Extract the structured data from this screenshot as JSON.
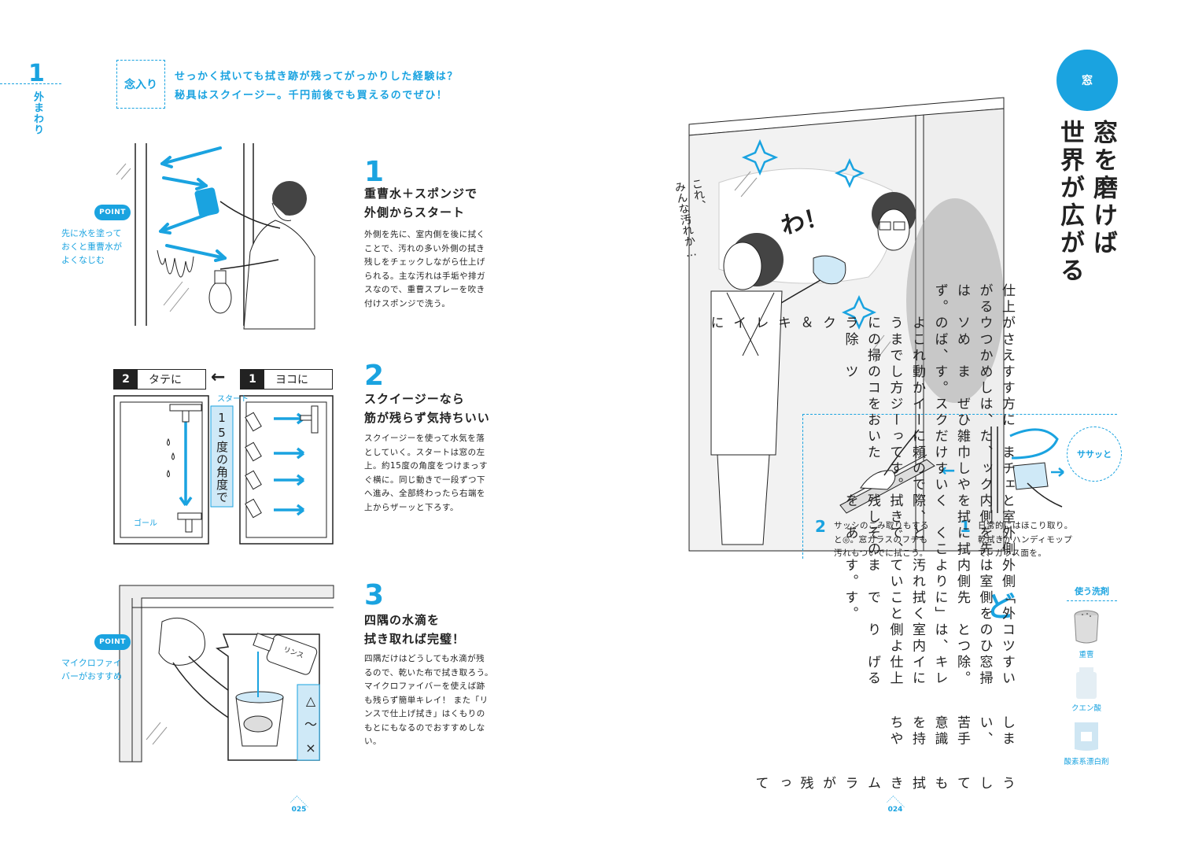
{
  "left_page": {
    "chapter": {
      "number": "1",
      "label": "外まわり"
    },
    "tag": "念入り",
    "intro_lines": [
      "せっかく拭いても拭き跡が残ってがっかりした経験は？",
      "秘具はスクイージー。千円前後でも買えるのでぜひ！"
    ],
    "steps": [
      {
        "number": "1",
        "title_lines": [
          "重曹水＋スポンジで",
          "外側からスタート"
        ],
        "body_lines": [
          "外側を先に、室内側を後に拭く",
          "ことで、汚れの多い外側の拭き",
          "残しをチェックしながら仕上げ",
          "られる。主な汚れは手垢や排ガ",
          "スなので、重曹スプレーを吹き",
          "付けスポンジで洗う。"
        ]
      },
      {
        "number": "2",
        "title_lines": [
          "スクイージーなら",
          "筋が残らず気持ちいい"
        ],
        "body_lines": [
          "スクイージーを使って水気を落",
          "としていく。スタートは窓の左",
          "上。約15度の角度をつけまっす",
          "ぐ横に。同じ動きで一段ずつ下",
          "へ進み、全部終わったら右端を",
          "上からザーッと下ろす。"
        ]
      },
      {
        "number": "3",
        "title_lines": [
          "四隅の水滴を",
          "拭き取れば完璧！"
        ],
        "body_lines": [
          "四隅だけはどうしても水滴が残",
          "るので、乾いた布で拭き取ろう。",
          "マイクロファイバーを使えば跡",
          "も残らず簡単キレイ！ また「リ",
          "ンスで仕上げ拭き」はくもりの",
          "もとにもなるのでおすすめしな",
          "い。"
        ]
      }
    ],
    "points": [
      {
        "badge": "POINT",
        "lines": [
          "先に水を塗って",
          "おくと重曹水が",
          "よくなじむ"
        ]
      },
      {
        "badge": "POINT",
        "lines": [
          "マイクロファイ",
          "バーがおすすめ"
        ]
      }
    ],
    "diagram2": {
      "label_left_num": "2",
      "label_left": "タテに",
      "label_right_num": "1",
      "label_right": "ヨコに",
      "start": "スタート",
      "goal": "ゴール",
      "angle": "15度の角度で"
    },
    "diagram3": {
      "bottle": "リンス",
      "marks": [
        "△",
        "〜",
        "×"
      ]
    },
    "page_number": "025"
  },
  "right_page": {
    "category": "窓",
    "headline_cols": [
      "窓を磨けば",
      "世界が広がる"
    ],
    "speech_left": [
      "これ、",
      "みんな汚れか…"
    ],
    "speech_right": "わ！",
    "sub_steps": [
      {
        "number": "2",
        "lines": [
          "サッシのごみ取りもする",
          "と◎。窓ガラスのフチも",
          "汚れもついでに拭こう。"
        ]
      },
      {
        "number": "1",
        "lines": [
          "日常的にはほこり取り。",
          "乾拭きかハンディモップ",
          "で、ガラス面を。"
        ]
      }
    ],
    "sasatto": "ササッと",
    "body_dropcap": "ど",
    "body_cols": [
      "うしても拭きムラが残って",
      "しまい、苦手意識を持ちや",
      "すい窓掃除。キレイに仕上げる",
      "コツのひとつは、室内側より",
      "「外側を先に」拭くことです。",
      "外側は室内側より汚れています。",
      "外側を先に拭くことで、そのあ",
      "と室内側を拭く際、拭き残しを",
      "チェックしやすいのです。",
      "　また、雑巾だけに頼っていた",
      "方には、ぜひスクイージーをお",
      "すすめします。動かし方のコツ",
      "さえつかめば、これまでの掃除",
      "がウソのようにラク＆キレイに",
      "仕上がるはず。"
    ],
    "detergents": {
      "title": "使う洗剤",
      "items": [
        "重曹",
        "クエン酸",
        "酸素系漂白剤"
      ]
    },
    "page_number": "024"
  }
}
